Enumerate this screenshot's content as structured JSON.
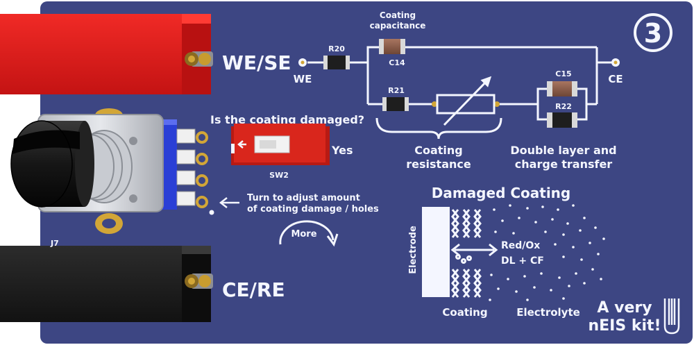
{
  "board": {
    "badge_number": "3",
    "colors": {
      "pcb": "#3d4683",
      "silkscreen": "#f4f6ff",
      "connector_red": "#e21d1d",
      "connector_black": "#1b1b1b",
      "switch_red": "#d9261c",
      "gold": "#d2a637"
    }
  },
  "connectors": {
    "top_label": "WE/SE",
    "bottom_label": "CE/RE"
  },
  "circuit": {
    "we_label": "WE",
    "ce_label": "CE",
    "r20": "R20",
    "r21": "R21",
    "r22": "R22",
    "c14": "C14",
    "c15": "C15",
    "coating_capacitance_line1": "Coating",
    "coating_capacitance_line2": "capacitance",
    "coating_resistance_line1": "Coating",
    "coating_resistance_line2": "resistance",
    "double_layer_line1": "Double layer and",
    "double_layer_line2": "charge transfer"
  },
  "switch": {
    "question": "Is the coating damaged?",
    "yes_label": "Yes",
    "designator": "SW2"
  },
  "potentiometer": {
    "designator": "J7",
    "instruction_line1": "Turn to adjust amount",
    "instruction_line2": "of coating damage / holes",
    "more_label": "More"
  },
  "diagram": {
    "title": "Damaged Coating",
    "electrode_label": "Electrode",
    "coating_label": "Coating",
    "electrolyte_label": "Electrolyte",
    "redox_label": "Red/Ox",
    "dl_cf_label": "DL + CF"
  },
  "branding": {
    "line1": "A very",
    "line2": "nEIS kit!"
  }
}
